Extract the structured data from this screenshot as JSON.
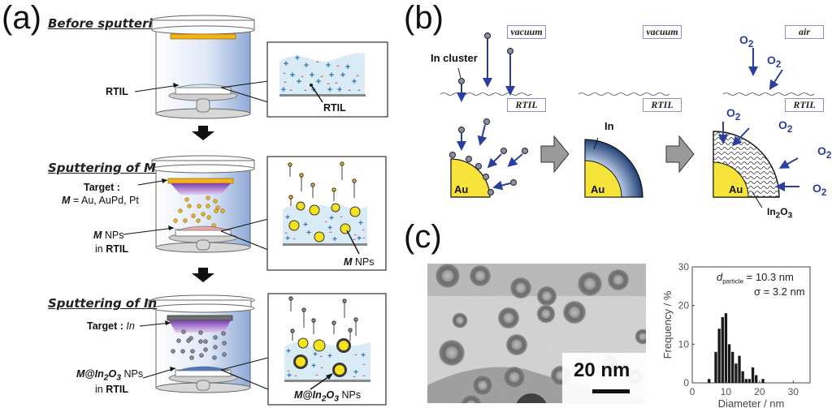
{
  "panels": {
    "a": {
      "label": "(a)",
      "steps": [
        {
          "title": "Before sputtering",
          "chamber_label": "RTIL",
          "inset_label": "RTIL"
        },
        {
          "title": "Sputtering of M",
          "target_label_line1": "Target :",
          "target_label_line2_prefix": "M",
          "target_label_line2_rest": " = Au, AuPd, Pt",
          "product_line1_prefix": "M",
          "product_line1_rest": " NPs",
          "product_line2_prefix": "in ",
          "product_line2_bold": "RTIL",
          "inset_label_prefix": "M",
          "inset_label_rest": " NPs"
        },
        {
          "title": "Sputtering of In",
          "target_label_prefix": "Target : ",
          "target_label_italic": "In",
          "product_line1_bold": "M@In",
          "product_line1_sub": "2",
          "product_line1_bold2": "O",
          "product_line1_sub2": "3",
          "product_line1_rest": " NPs",
          "product_line2_prefix": "in ",
          "product_line2_bold": "RTIL",
          "inset_label_bold": "M@In",
          "inset_label_sub": "2",
          "inset_label_bold2": "O",
          "inset_label_sub2": "3",
          "inset_label_rest": " NPs"
        }
      ],
      "colors": {
        "target_gold": "#f2b21c",
        "target_grey": "#6e6e6e",
        "plasma": "#9a58c2",
        "chamber": "#c9d8ee",
        "rtil_liquid": "#d9ecf6",
        "mnp_film": "#e9a7a7",
        "core_shell_film": "#4a78c4",
        "np_yellow": "#f6e21a",
        "cation": "#2f6fb6",
        "anion": "#d35c8c"
      }
    },
    "b": {
      "label": "(b)",
      "stages": [
        {
          "top_tag": "vacuum",
          "bottom_tag": "RTIL",
          "cluster_label": "In cluster",
          "core_label": "Au"
        },
        {
          "top_tag": "vacuum",
          "bottom_tag": "RTIL",
          "shell_label": "In",
          "core_label": "Au"
        },
        {
          "top_tag": "air",
          "bottom_tag": "RTIL",
          "core_label": "Au",
          "oxide_label_main": "In",
          "oxide_sub1": "2",
          "oxide_mid": "O",
          "oxide_sub2": "3"
        }
      ],
      "o2_label": "O",
      "o2_sub": "2",
      "colors": {
        "arrow_blue": "#2b3f9e",
        "au_yellow": "#f6e43a",
        "in_shell_dark": "#1f3f74",
        "in_shell_light": "#b9cdee",
        "step_arrow": "#9a9a9a"
      }
    },
    "c": {
      "label": "(c)",
      "tem_scale_bar": "20 nm",
      "histogram": {
        "annotation_d_symbol": "d",
        "annotation_d_sub": "particle",
        "annotation_d_value": " = 10.3 nm",
        "annotation_sigma": "σ = 3.2 nm"
      }
    }
  },
  "chart_data": {
    "type": "bar",
    "title": "",
    "xlabel": "Diameter / nm",
    "ylabel": "Frequency / %",
    "xlim": [
      0,
      35
    ],
    "ylim": [
      0,
      30
    ],
    "xticks": [
      0,
      10,
      20,
      30
    ],
    "yticks": [
      0,
      10,
      20,
      30
    ],
    "bin_width": 1,
    "x": [
      5,
      7,
      8,
      9,
      10,
      11,
      12,
      13,
      14,
      15,
      16,
      17,
      18,
      19,
      21
    ],
    "values": [
      1,
      8,
      14,
      17,
      18,
      10,
      8,
      5,
      7,
      3,
      1,
      1,
      4,
      2,
      1
    ],
    "annotations": [
      "d_particle = 10.3 nm",
      "σ = 3.2 nm"
    ],
    "grid": false,
    "legend": "none"
  }
}
